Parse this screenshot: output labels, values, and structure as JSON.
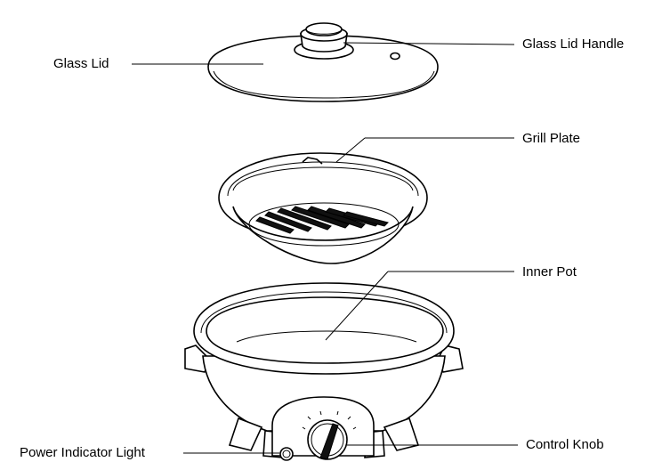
{
  "labels": {
    "glass_lid": "Glass Lid",
    "glass_lid_handle": "Glass Lid Handle",
    "grill_plate": "Grill Plate",
    "inner_pot": "Inner Pot",
    "control_knob": "Control Knob",
    "power_indicator_light": "Power Indicator Light"
  },
  "colors": {
    "line": "#000000",
    "background": "#ffffff"
  }
}
